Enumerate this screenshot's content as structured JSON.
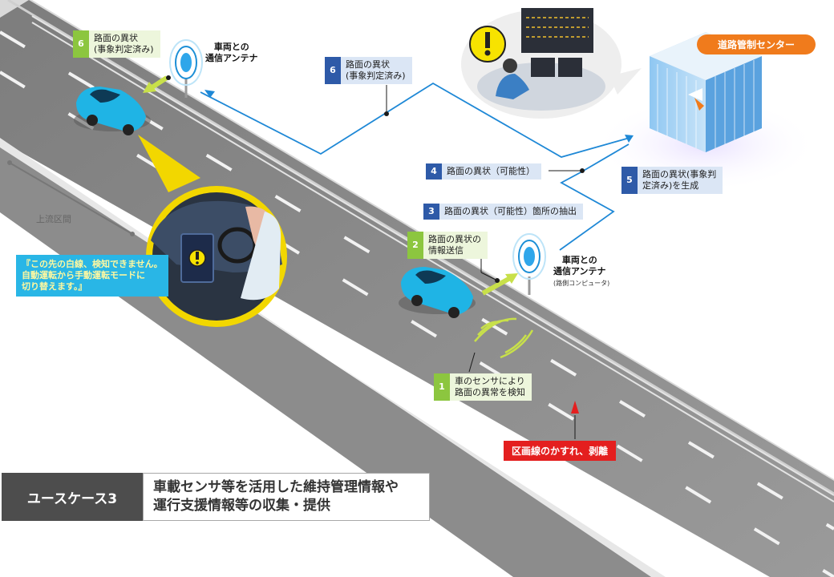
{
  "steps": {
    "s1": {
      "num": "1",
      "text": "車のセンサにより\n路面の異常を検知"
    },
    "s2": {
      "num": "2",
      "text": "路面の異状の\n情報送信"
    },
    "s3": {
      "num": "3",
      "text": "路面の異状（可能性）箇所の抽出"
    },
    "s4": {
      "num": "4",
      "text": "路面の異状（可能性）"
    },
    "s5": {
      "num": "5",
      "text": "路面の異状(事象判\n定済み)を生成"
    },
    "s6a": {
      "num": "6",
      "text": "路面の異状\n(事象判定済み)"
    },
    "s6b": {
      "num": "6",
      "text": "路面の異状\n(事象判定済み)"
    }
  },
  "labels": {
    "antenna_left": "車両との\n通信アンテナ",
    "antenna_right": "車両との\n通信アンテナ",
    "antenna_right_sub": "(路側コンピュータ)",
    "center": "道路管制センター",
    "upstream": "上流区間",
    "damage": "区画線のかすれ、剥離",
    "driver_message": "『この先の白線、検知できません。\n自動運転から手動運転モードに\n切り替えます。』"
  },
  "title": {
    "usecase": "ユースケース3",
    "description": "車載センサ等を活用した維持管理情報や\n運行支援情報等の収集・提供"
  },
  "colors": {
    "road": "#8a8a8a",
    "car": "#1fb4e5",
    "flow_line": "#1e88d6",
    "green_accent": "#8cc63f",
    "blue_accent": "#2e5aa8",
    "orange_badge": "#f07b1c",
    "red_badge": "#e41f1f"
  }
}
